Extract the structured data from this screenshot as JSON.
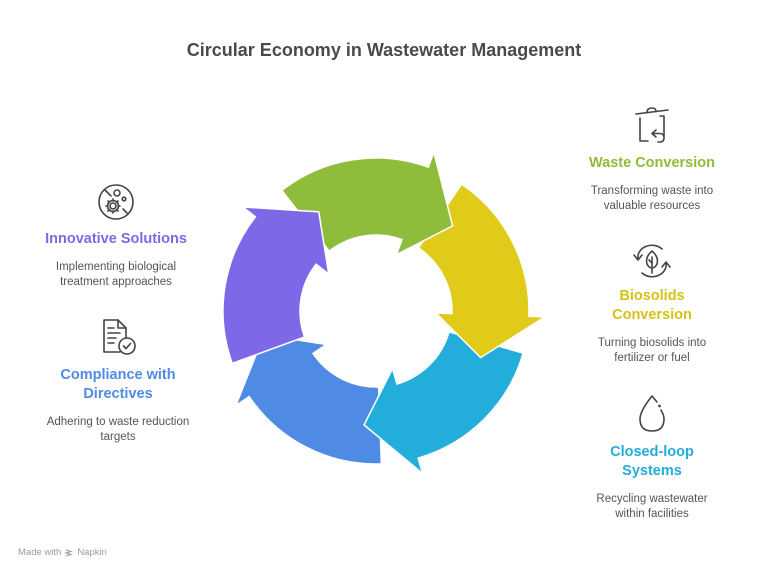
{
  "title": "Circular Economy in Wastewater Management",
  "steps": [
    {
      "id": "innovative-solutions",
      "heading": "Innovative Solutions",
      "description_lines": [
        "Implementing biological",
        "treatment approaches"
      ],
      "icon": "microbe-gear-icon",
      "color": "#7e68e8",
      "side": "left"
    },
    {
      "id": "waste-conversion",
      "heading": "Waste Conversion",
      "description_lines": [
        "Transforming waste into",
        "valuable resources"
      ],
      "icon": "recycle-bin-icon",
      "color": "#8fbc3a",
      "side": "right"
    },
    {
      "id": "biosolids-conversion",
      "heading_lines": [
        "Biosolids",
        "Conversion"
      ],
      "description_lines": [
        "Turning biosolids into",
        "fertilizer or fuel"
      ],
      "icon": "leaf-cycle-icon",
      "color": "#dfcb18",
      "side": "right"
    },
    {
      "id": "closed-loop-systems",
      "heading_lines": [
        "Closed-loop",
        "Systems"
      ],
      "description_lines": [
        "Recycling wastewater",
        "within facilities"
      ],
      "icon": "water-drop-icon",
      "color": "#22addb",
      "side": "right"
    },
    {
      "id": "compliance-with-directives",
      "heading_lines": [
        "Compliance with",
        "Directives"
      ],
      "description_lines": [
        "Adhering to waste reduction",
        "targets"
      ],
      "icon": "document-check-icon",
      "color": "#4f8ae4",
      "side": "left"
    }
  ],
  "colors": {
    "title": "#4a4a4a",
    "description": "#555555",
    "icon_stroke": "#444444"
  },
  "footer": {
    "made_with": "Made with",
    "brand": "Napkin"
  }
}
